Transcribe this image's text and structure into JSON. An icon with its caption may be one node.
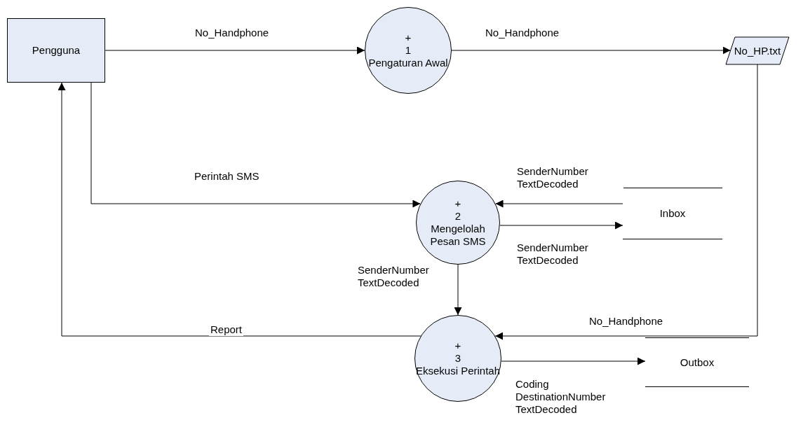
{
  "diagram": {
    "nodes": [
      {
        "text": [
          "Pengguna"
        ]
      },
      {
        "text": [
          "+",
          "1",
          "Pengaturan Awal"
        ]
      },
      {
        "text": [
          "No_HP.txt"
        ]
      },
      {
        "text": [
          "+",
          "2",
          "Mengelolah Pesan SMS"
        ]
      },
      {
        "text": [
          "Inbox"
        ]
      },
      {
        "text": [
          "+",
          "3",
          "Eksekusi Perintah"
        ]
      },
      {
        "text": [
          "Outbox"
        ]
      }
    ],
    "edges": [
      {
        "from": 0,
        "to": 1,
        "arrow": "to",
        "label": "No_Handphone"
      },
      {
        "from": 1,
        "to": 2,
        "arrow": "to",
        "label": "No_Handphone"
      },
      {
        "from": 0,
        "to": 3,
        "arrow": "to",
        "label": "Perintah SMS"
      },
      {
        "from": 4,
        "to": 3,
        "arrow": "to",
        "label": "SenderNumber TextDecoded"
      },
      {
        "from": 3,
        "to": 4,
        "arrow": "to",
        "label": "SenderNumber TextDecoded"
      },
      {
        "from": 3,
        "to": 5,
        "arrow": "to",
        "label": "SenderNumber TextDecoded"
      },
      {
        "from": 2,
        "to": 5,
        "arrow": "to",
        "label": "No_Handphone"
      },
      {
        "from": 5,
        "to": 0,
        "arrow": "to",
        "label": "Report"
      },
      {
        "from": 5,
        "to": 6,
        "arrow": "to",
        "label": "Coding DestinationNumber TextDecoded"
      }
    ]
  }
}
